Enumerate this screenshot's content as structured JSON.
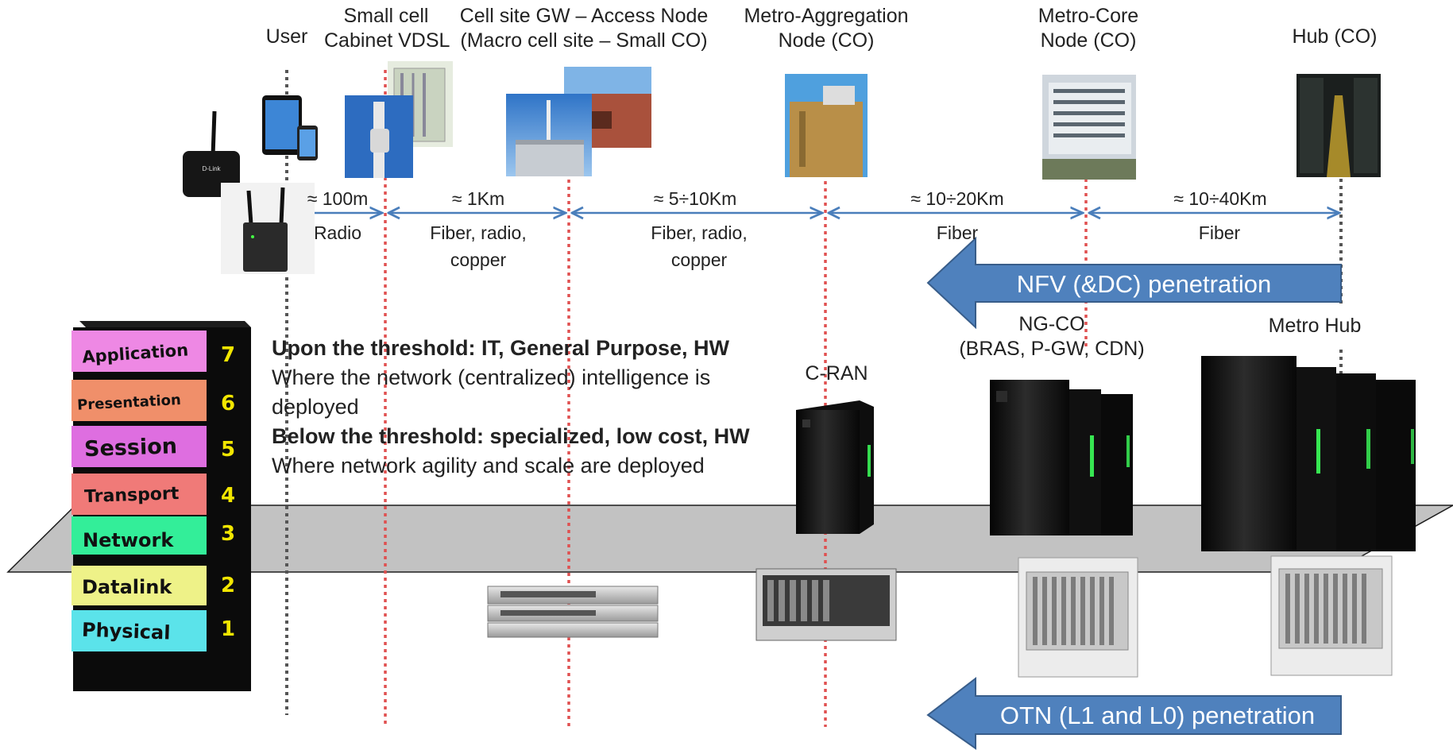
{
  "nodes": [
    {
      "lines": [
        "User"
      ]
    },
    {
      "lines": [
        "Small cell",
        "Cabinet VDSL"
      ]
    },
    {
      "lines": [
        "Cell site GW – Access Node",
        "(Macro cell site – Small CO)"
      ]
    },
    {
      "lines": [
        "Metro-Aggregation",
        "Node (CO)"
      ]
    },
    {
      "lines": [
        "Metro-Core",
        "Node (CO)"
      ]
    },
    {
      "lines": [
        "Hub (CO)"
      ]
    }
  ],
  "segments": [
    {
      "distance": "≈ 100m",
      "medium": [
        "Radio"
      ]
    },
    {
      "distance": "≈ 1Km",
      "medium": [
        "Fiber, radio,",
        "copper"
      ]
    },
    {
      "distance": "≈ 5÷10Km",
      "medium": [
        "Fiber, radio,",
        "copper"
      ]
    },
    {
      "distance": "≈ 10÷20Km",
      "medium": [
        "Fiber"
      ]
    },
    {
      "distance": "≈ 10÷40Km",
      "medium": [
        "Fiber"
      ]
    }
  ],
  "arrows": {
    "nfv": "NFV (&DC) penetration",
    "otn": "OTN (L1 and L0) penetration"
  },
  "site_labels": {
    "cran": "C-RAN",
    "ngco": [
      "NG-CO",
      "(BRAS, P-GW, CDN)"
    ],
    "metro_hub": "Metro Hub"
  },
  "threshold": {
    "above_title": "Upon the threshold: IT, General Purpose, HW",
    "above_text": "Where the network (centralized) intelligence is deployed",
    "below_title": "Below the threshold: specialized, low cost, HW",
    "below_text": "Where network agility and scale are deployed"
  },
  "osi_layers": [
    {
      "name": "Application",
      "number": "7"
    },
    {
      "name": "Presentation",
      "number": "6"
    },
    {
      "name": "Session",
      "number": "5"
    },
    {
      "name": "Transport",
      "number": "4"
    },
    {
      "name": "Network",
      "number": "3"
    },
    {
      "name": "Datalink",
      "number": "2"
    },
    {
      "name": "Physical",
      "number": "1"
    }
  ],
  "device_label": "D-Link",
  "colors": {
    "dist_arrow": "#4a7ebb",
    "big_arrow": "#4f81bd",
    "big_arrow_border": "#385d8a",
    "red_dotted": "#e05050",
    "gray_dotted": "#555555",
    "plane": "#bfbfbf",
    "server": "#141414",
    "server_led": "#3cff5a",
    "osi_application": "#ee88e4",
    "osi_presentation": "#f08f6a",
    "osi_session": "#de6ee0",
    "osi_transport": "#f07a78",
    "osi_network": "#33ee99",
    "osi_datalink": "#eef288",
    "osi_physical": "#5be3ea",
    "osi_number": "#f2e600"
  }
}
